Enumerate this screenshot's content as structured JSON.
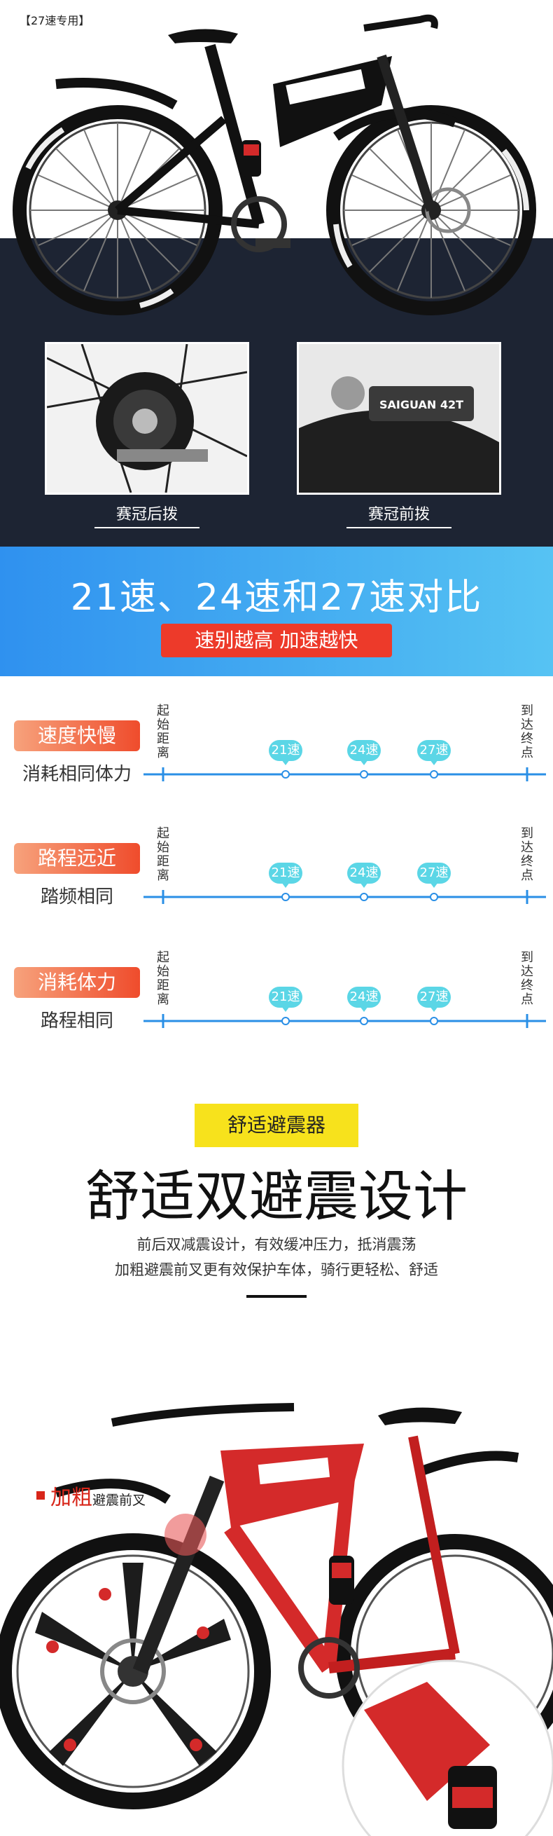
{
  "hero": {
    "tag": "【27速专用】"
  },
  "details": [
    {
      "caption": "赛冠后拨"
    },
    {
      "caption": "赛冠前拨"
    }
  ],
  "compare": {
    "title": "21速、24速和27速对比",
    "subtitle": "速别越高 加速越快",
    "start_label": "起始距离",
    "end_label": "到达终点",
    "speeds": [
      "21速",
      "24速",
      "27速"
    ],
    "rows": [
      {
        "label": "速度快慢",
        "sub": "消耗相同体力"
      },
      {
        "label": "路程远近",
        "sub": "踏频相同"
      },
      {
        "label": "消耗体力",
        "sub": "路程相同"
      }
    ]
  },
  "comfort": {
    "tag": "舒适避震器",
    "title": "舒适双避震设计",
    "desc1": "前后双减震设计，有效缓冲压力，抵消震荡",
    "desc2": "加粗避震前叉更有效保护车体，骑行更轻松、舒适",
    "thick_label": "加粗",
    "thick_sub": "避震前叉"
  },
  "colors": {
    "dark_bg": "#1d2433",
    "accent_red": "#ed3a2a",
    "blue": "#2f91ef",
    "bubble": "#5bd6e6"
  }
}
